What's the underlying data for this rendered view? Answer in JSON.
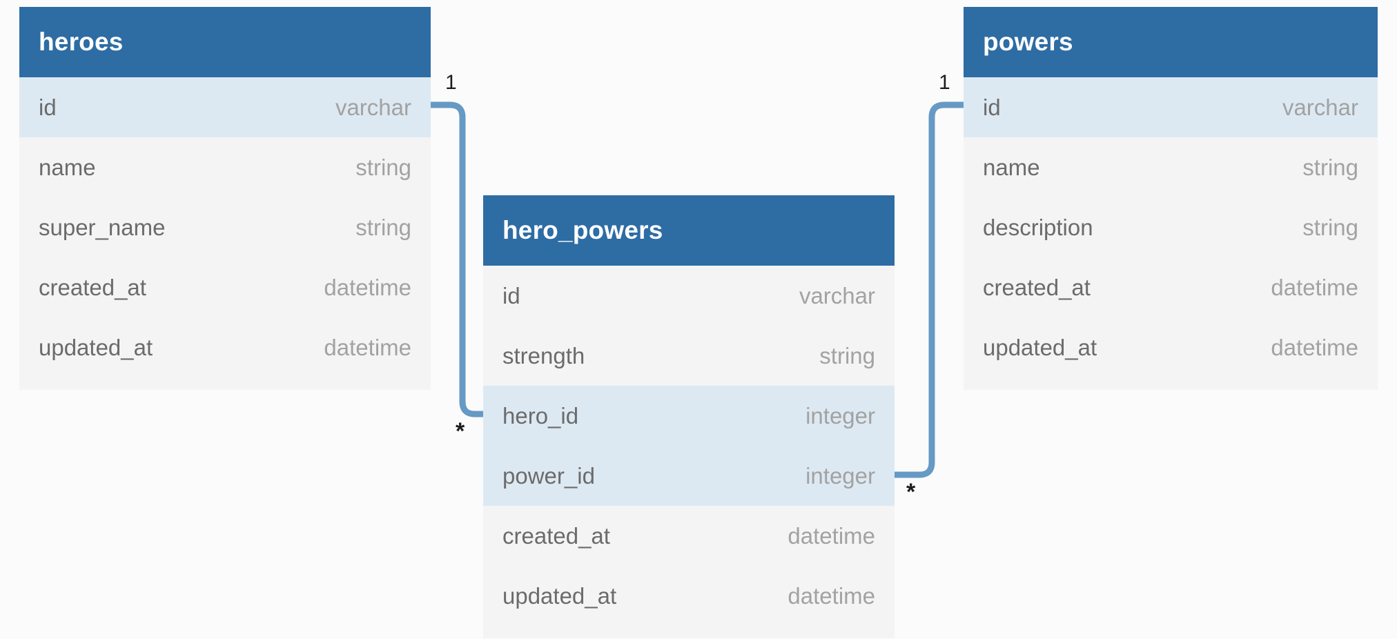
{
  "diagram": {
    "kind": "entity-relationship-diagram",
    "background_color": "#fbfbfb",
    "header_color": "#2e6ca4",
    "header_text_color": "#ffffff",
    "row_color": "#f4f4f4",
    "highlight_row_color": "#dde9f2",
    "column_name_color": "#6b6b6b",
    "column_type_color": "#a2a2a2",
    "connector_color": "#6699c4"
  },
  "tables": [
    {
      "id": "heroes",
      "title": "heroes",
      "columns": [
        {
          "name": "id",
          "type": "varchar",
          "highlight": true
        },
        {
          "name": "name",
          "type": "string",
          "highlight": false
        },
        {
          "name": "super_name",
          "type": "string",
          "highlight": false
        },
        {
          "name": "created_at",
          "type": "datetime",
          "highlight": false
        },
        {
          "name": "updated_at",
          "type": "datetime",
          "highlight": false
        }
      ]
    },
    {
      "id": "hero_powers",
      "title": "hero_powers",
      "columns": [
        {
          "name": "id",
          "type": "varchar",
          "highlight": false
        },
        {
          "name": "strength",
          "type": "string",
          "highlight": false
        },
        {
          "name": "hero_id",
          "type": "integer",
          "highlight": true
        },
        {
          "name": "power_id",
          "type": "integer",
          "highlight": true
        },
        {
          "name": "created_at",
          "type": "datetime",
          "highlight": false
        },
        {
          "name": "updated_at",
          "type": "datetime",
          "highlight": false
        }
      ]
    },
    {
      "id": "powers",
      "title": "powers",
      "columns": [
        {
          "name": "id",
          "type": "varchar",
          "highlight": true
        },
        {
          "name": "name",
          "type": "string",
          "highlight": false
        },
        {
          "name": "description",
          "type": "string",
          "highlight": false
        },
        {
          "name": "created_at",
          "type": "datetime",
          "highlight": false
        },
        {
          "name": "updated_at",
          "type": "datetime",
          "highlight": false
        }
      ]
    }
  ],
  "relationships": [
    {
      "id": "heroes-hero_powers",
      "from_table": "heroes",
      "from_column": "id",
      "to_table": "hero_powers",
      "to_column": "hero_id",
      "from_cardinality": "1",
      "to_cardinality": "*"
    },
    {
      "id": "powers-hero_powers",
      "from_table": "powers",
      "from_column": "id",
      "to_table": "hero_powers",
      "to_column": "power_id",
      "from_cardinality": "1",
      "to_cardinality": "*"
    }
  ]
}
